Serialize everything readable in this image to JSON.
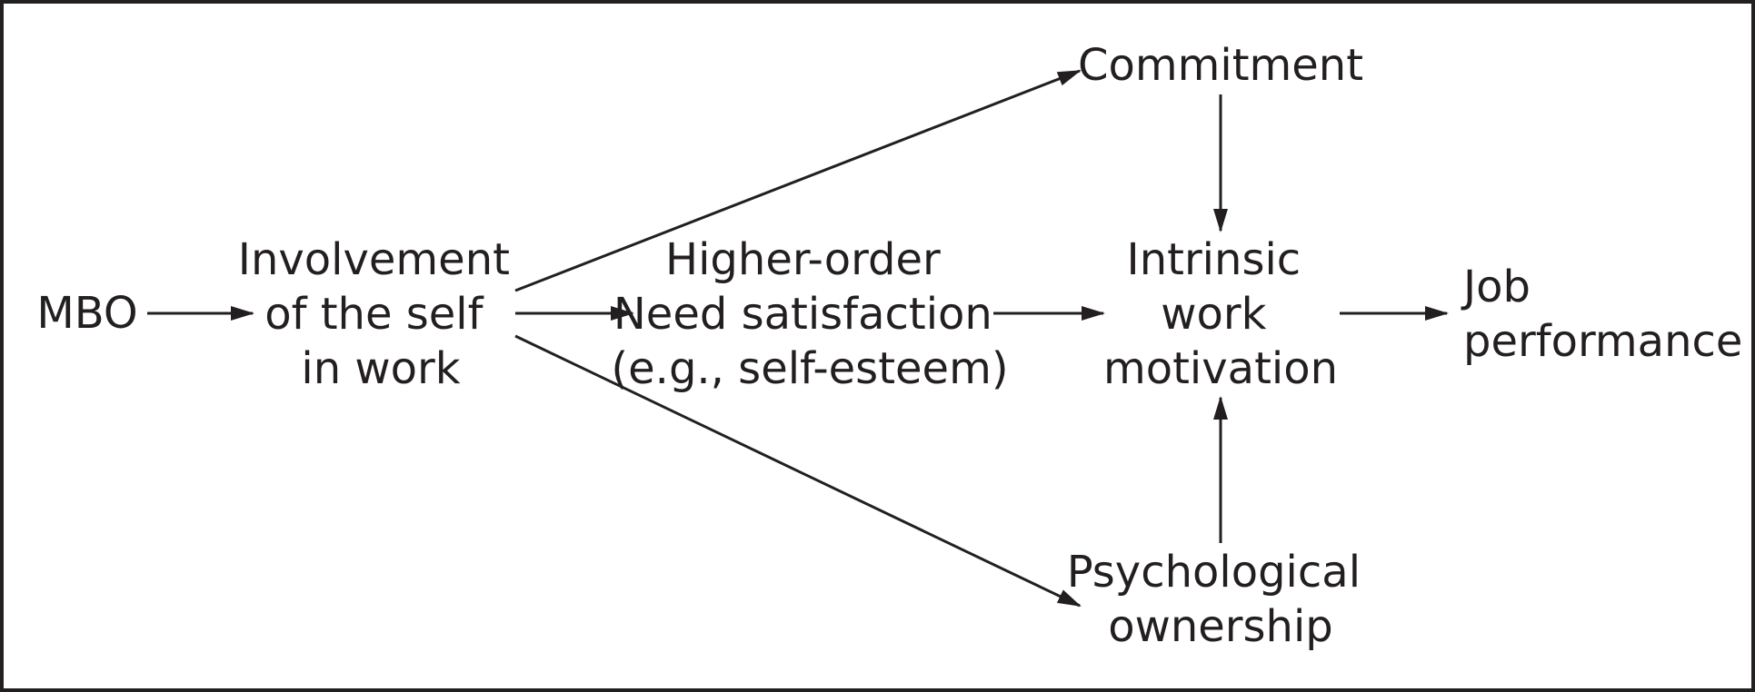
{
  "nodes": {
    "mbo": [
      "MBO"
    ],
    "involvement": [
      "Involvement",
      "of the self",
      "in work"
    ],
    "need_satisfaction": [
      "Higher-order",
      "Need satisfaction",
      "(e.g., self-esteem)"
    ],
    "commitment": [
      "Commitment"
    ],
    "intrinsic_motivation": [
      "Intrinsic",
      "work",
      "motivation"
    ],
    "psychological_ownership": [
      "Psychological",
      "ownership"
    ],
    "job_performance": [
      "Job",
      "performance"
    ]
  },
  "edges": [
    {
      "from": "mbo",
      "to": "involvement"
    },
    {
      "from": "involvement",
      "to": "need_satisfaction"
    },
    {
      "from": "involvement",
      "to": "commitment"
    },
    {
      "from": "involvement",
      "to": "psychological_ownership"
    },
    {
      "from": "need_satisfaction",
      "to": "intrinsic_motivation"
    },
    {
      "from": "commitment",
      "to": "intrinsic_motivation"
    },
    {
      "from": "psychological_ownership",
      "to": "intrinsic_motivation"
    },
    {
      "from": "intrinsic_motivation",
      "to": "job_performance"
    }
  ],
  "colors": {
    "ink": "#231f20",
    "frame": "#231f20",
    "background": "#ffffff"
  }
}
